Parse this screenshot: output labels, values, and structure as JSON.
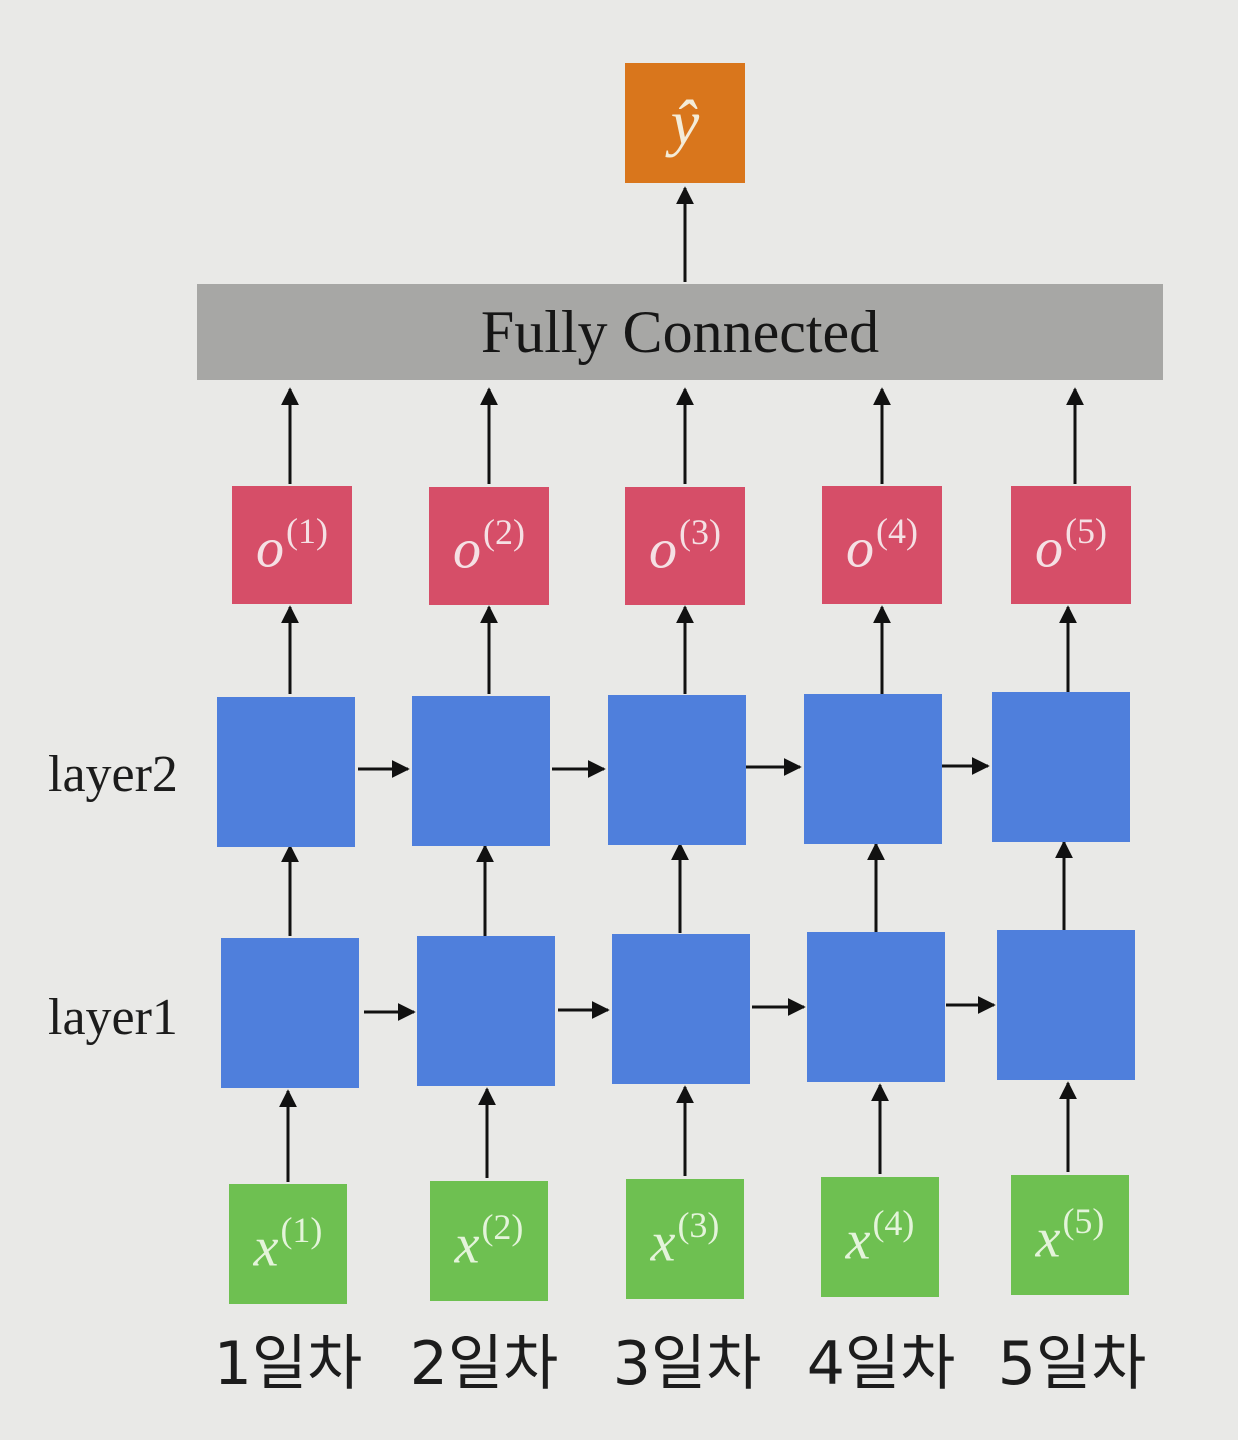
{
  "output": {
    "label": "ŷ",
    "color": "#d9761c"
  },
  "fully_connected": {
    "label": "Fully Connected",
    "color": "#a7a7a5"
  },
  "layers": [
    {
      "label": "layer2"
    },
    {
      "label": "layer1"
    }
  ],
  "outputs": [
    {
      "base": "o",
      "sup": "(1)"
    },
    {
      "base": "o",
      "sup": "(2)"
    },
    {
      "base": "o",
      "sup": "(3)"
    },
    {
      "base": "o",
      "sup": "(4)"
    },
    {
      "base": "o",
      "sup": "(5)"
    }
  ],
  "inputs": [
    {
      "base": "x",
      "sup": "(1)"
    },
    {
      "base": "x",
      "sup": "(2)"
    },
    {
      "base": "x",
      "sup": "(3)"
    },
    {
      "base": "x",
      "sup": "(4)"
    },
    {
      "base": "x",
      "sup": "(5)"
    }
  ],
  "days": [
    "1일차",
    "2일차",
    "3일차",
    "4일차",
    "5일차"
  ],
  "colors": {
    "rnn_cell": "#4f7fdc",
    "output_node": "#d64e68",
    "input_node": "#6ec051",
    "arrow": "#111111"
  }
}
